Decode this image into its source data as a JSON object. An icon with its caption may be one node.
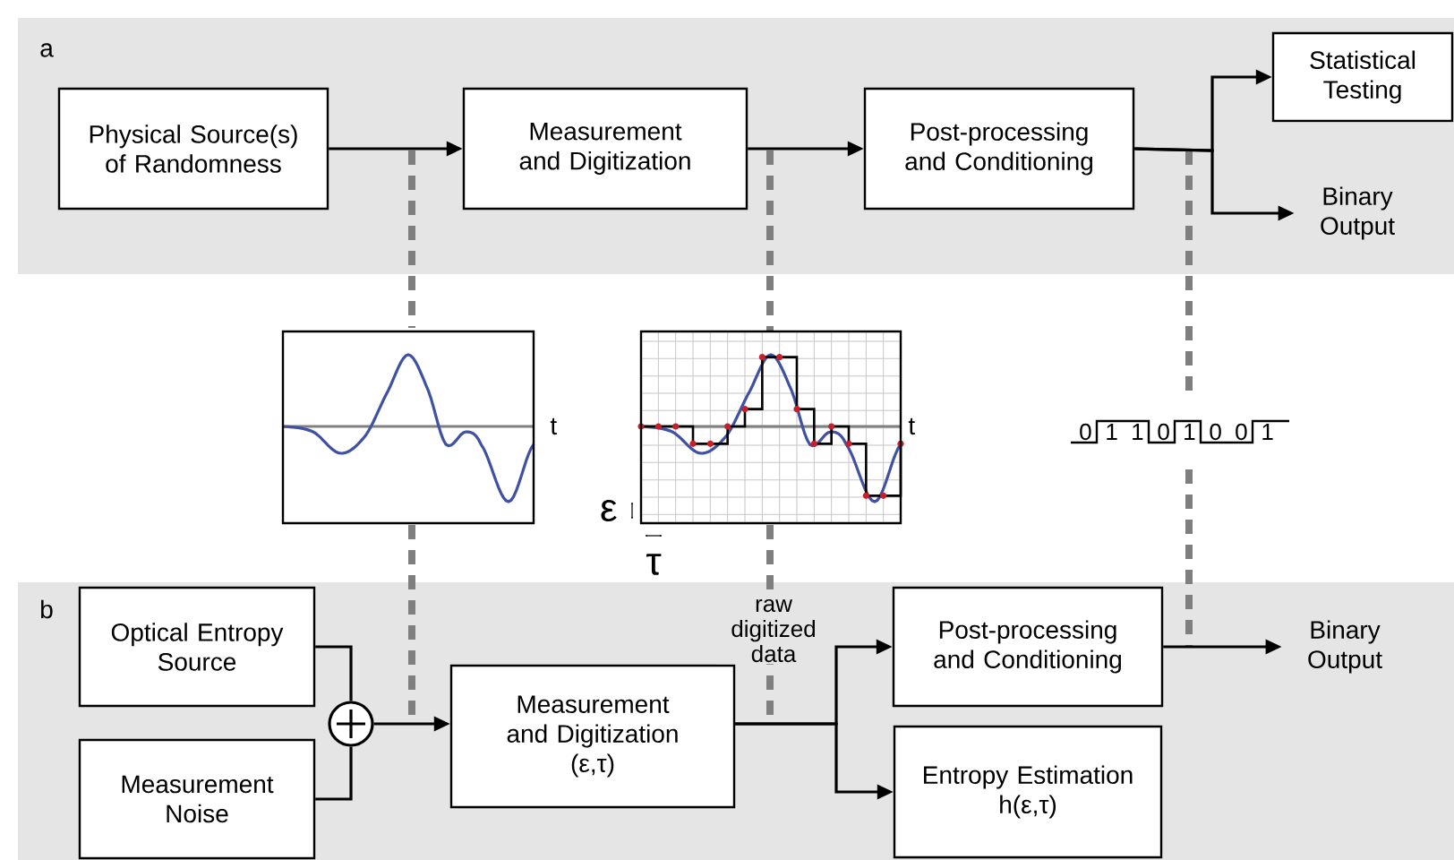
{
  "diagram": {
    "nodes": [
      {
        "text": [
          "Physical Source(s) of Randomness"
        ]
      },
      {
        "text": [
          "Measurement and Digitization"
        ]
      },
      {
        "text": [
          "Post-processing and Conditioning"
        ]
      },
      {
        "text": [
          "Statistical Testing"
        ]
      },
      {
        "text": [
          "Binary Output"
        ]
      },
      {
        "text": [
          "Optical Entropy Source"
        ]
      },
      {
        "text": [
          "Measurement Noise"
        ]
      },
      {
        "text": [],
        "shape": "circle"
      },
      {
        "text": [
          "Measurement and Digitization",
          "(ε,τ)"
        ]
      },
      {
        "text": [
          "Post-processing and Conditioning"
        ]
      },
      {
        "text": [
          "Entropy Estimation",
          "h(ε,τ)"
        ]
      },
      {
        "text": [
          "Binary Output"
        ]
      }
    ],
    "edges": [
      {
        "from": 0,
        "to": 1,
        "arrow": "to"
      },
      {
        "from": 1,
        "to": 2,
        "arrow": "to"
      },
      {
        "from": 2,
        "to": 3,
        "arrow": "to"
      },
      {
        "from": 2,
        "to": 4,
        "arrow": "to"
      },
      {
        "from": 5,
        "to": 7,
        "arrow": "none"
      },
      {
        "from": 6,
        "to": 7,
        "arrow": "none"
      },
      {
        "from": 7,
        "to": 8,
        "arrow": "to"
      },
      {
        "from": 8,
        "to": 9,
        "arrow": "to",
        "label": "raw digitized data"
      },
      {
        "from": 8,
        "to": 10,
        "arrow": "to"
      },
      {
        "from": 9,
        "to": 11,
        "arrow": "to"
      }
    ],
    "labels": [
      "a",
      "t",
      "t",
      "ε",
      "τ",
      "0",
      "1",
      "1",
      "0",
      "1",
      "0",
      "0",
      "1",
      "b"
    ]
  }
}
